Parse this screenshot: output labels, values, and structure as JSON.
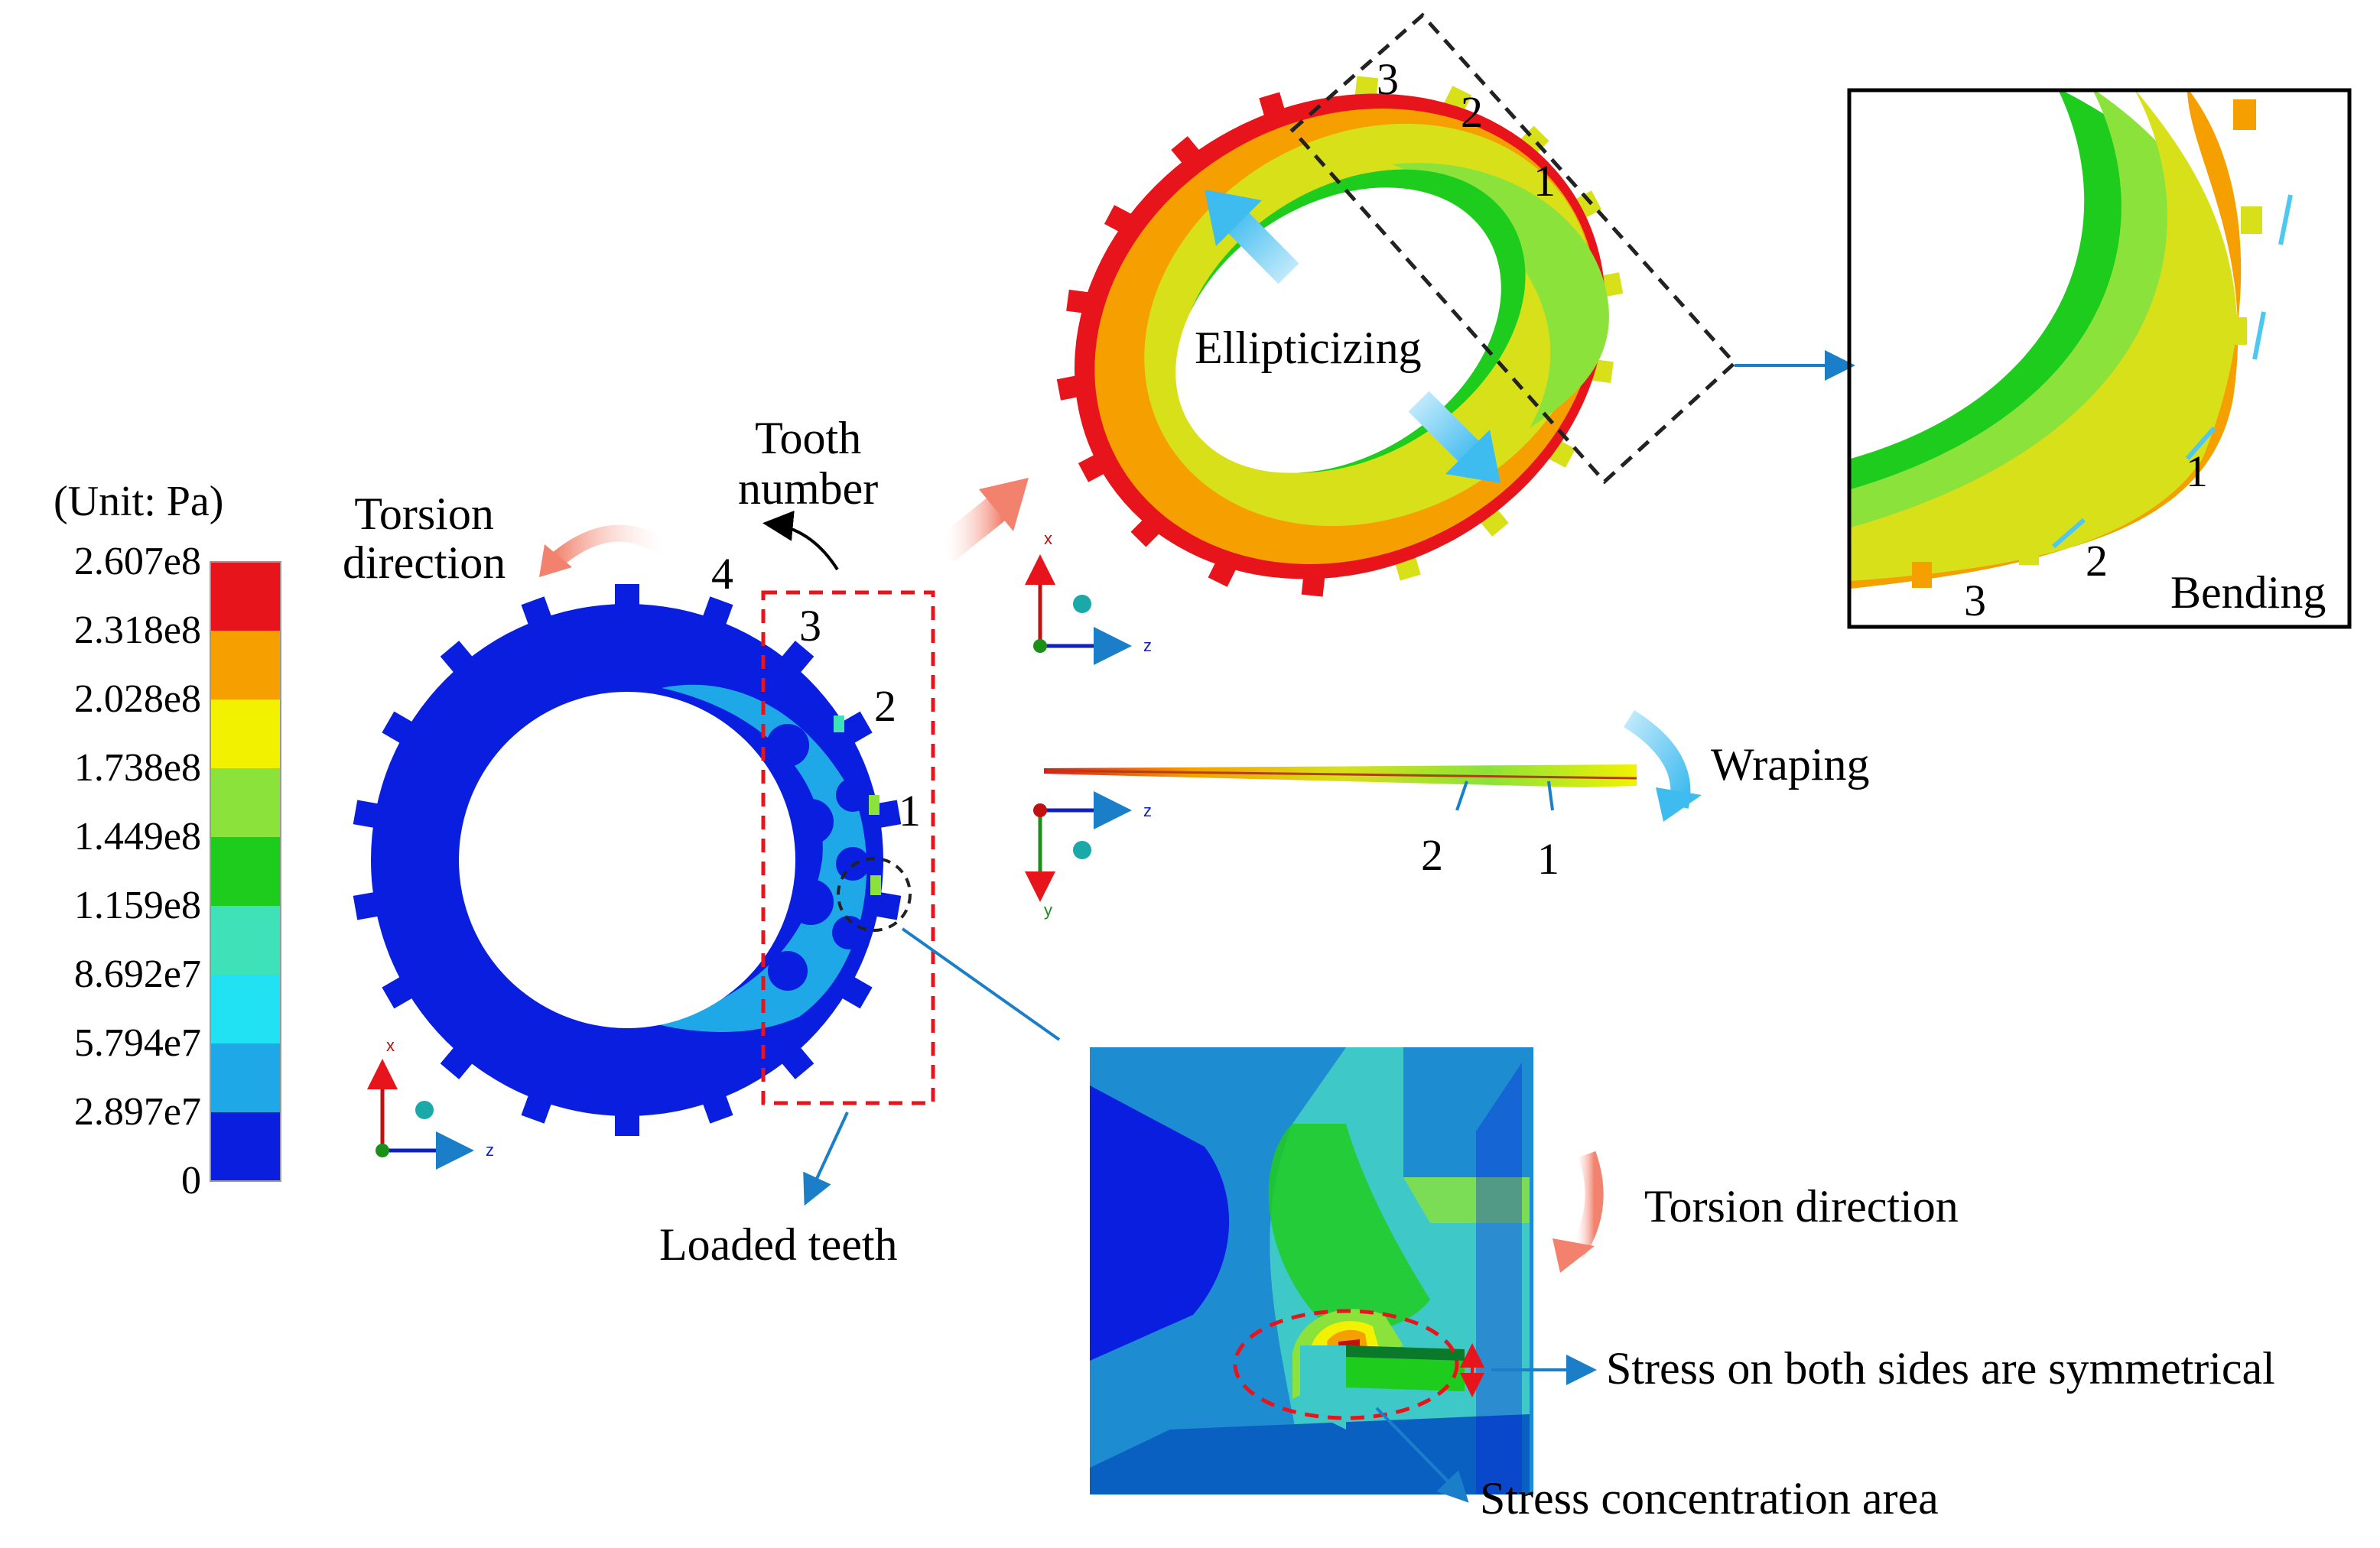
{
  "legend": {
    "title": "(Unit: Pa)",
    "ticks": [
      "2.607e8",
      "2.318e8",
      "2.028e8",
      "1.738e8",
      "1.449e8",
      "1.159e8",
      "8.692e7",
      "5.794e7",
      "2.897e7",
      "0"
    ],
    "colors": [
      "#e8141c",
      "#f5a000",
      "#f2f200",
      "#8be23a",
      "#1ecc1e",
      "#3fe2b8",
      "#20e2f2",
      "#1ea8e8",
      "#0a1ee0"
    ]
  },
  "labels": {
    "torsion_direction_top": "Torsion\ndirection",
    "tooth_number": "Tooth\nnumber",
    "loaded_teeth": "Loaded teeth",
    "ellipticizing": "Ellipticizing",
    "bending": "Bending",
    "wraping": "Wraping",
    "torsion_direction_detail": "Torsion direction",
    "stress_symmetric": "Stress on both sides are symmetrical",
    "stress_concentration": "Stress concentration area"
  },
  "tooth_numbers_ring": [
    "4",
    "3",
    "2",
    "1"
  ],
  "tooth_numbers_ellipse": [
    "3",
    "2",
    "1"
  ],
  "tooth_numbers_bending": [
    "1",
    "2",
    "3"
  ],
  "tooth_numbers_warp": [
    "2",
    "1"
  ],
  "axes": {
    "x": "x",
    "y": "y",
    "z": "z"
  },
  "colors": {
    "ring_base": "#0a1ee0",
    "loaded_zone": "#1ea8e8",
    "dashed_red": "#e8141c",
    "dashed_black": "#222222",
    "leader_blue": "#1a7fc8",
    "arrow_cyan": "#4ec8f0",
    "arrow_salmon": "#f2826e"
  }
}
